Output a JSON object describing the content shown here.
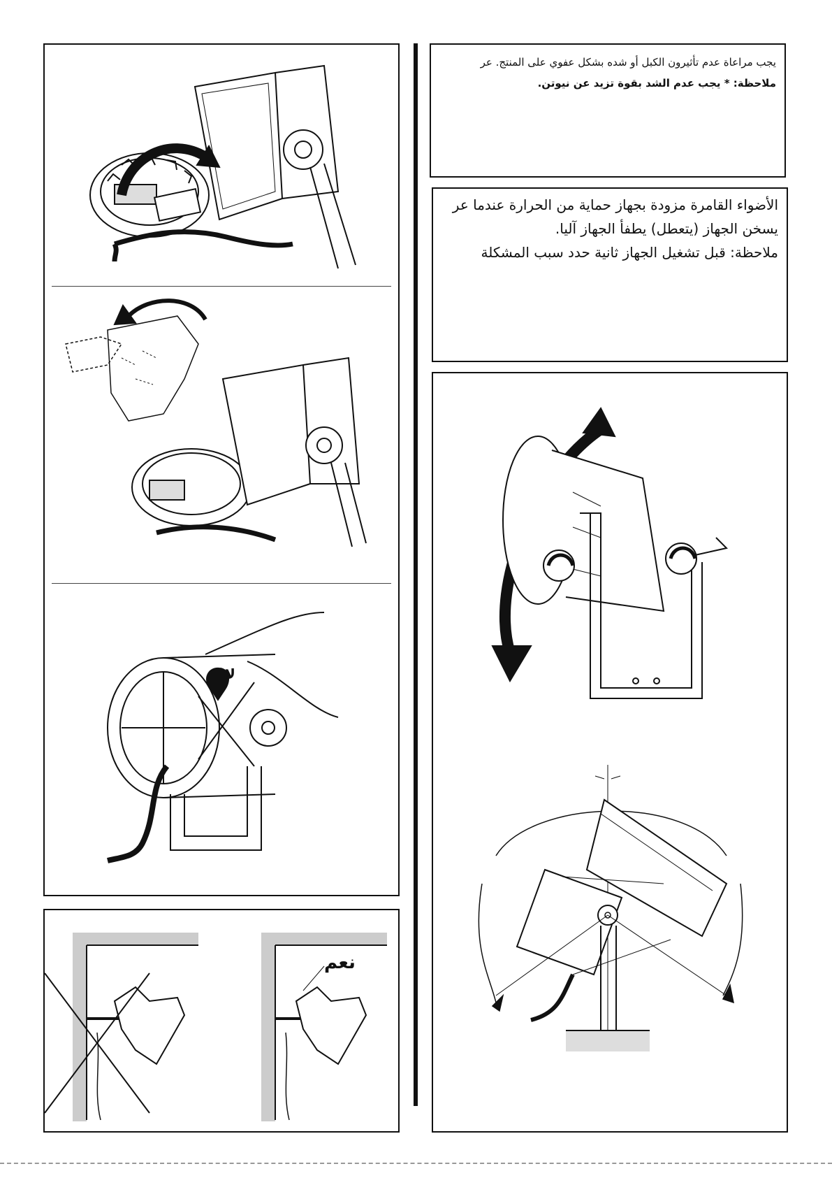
{
  "panels": {
    "cable_note": {
      "lines": [
        "يجب مراعاة عدم تأثيرون الكبل أو شده بشكل عفوي على المنتج. عر",
        "ملاحظة: * يجب عدم الشد بقوة تزيد عن      نيوتن."
      ]
    },
    "thermal_note": {
      "lines": [
        "الأضواء القامرة مزودة بجهاز حماية من الحرارة عندما عر",
        "يسخن الجهاز (يتعطل) يطفأ الجهاز آليا.",
        "ملاحظة: قبل تشغيل الجهاز ثانية حدد سبب المشكلة"
      ]
    },
    "wall_mount": {
      "correct_label": "نعم"
    },
    "cable_entry": {
      "wrong_label": "لا"
    }
  }
}
